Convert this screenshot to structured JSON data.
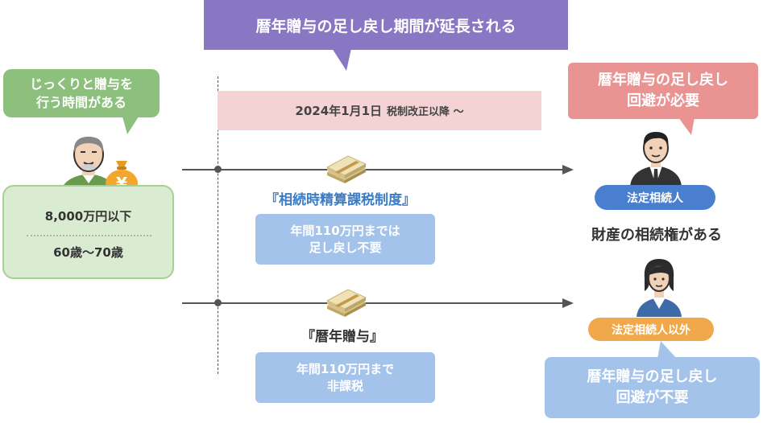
{
  "banner": {
    "text": "暦年贈与の足し戻し期間が延長される"
  },
  "left_bubble": {
    "text": "じっくりと贈与を\n行う時間がある"
  },
  "donor": {
    "asset": "8,000万円以下",
    "age": "60歳～70歳",
    "coin_symbol": "¥"
  },
  "timeline": {
    "date_main": "2024年1月1日",
    "date_suffix": "税制改正以降 ～"
  },
  "systems": [
    {
      "title": "『相続時精算課税制度』",
      "note": "年間110万円までは\n足し戻し不要"
    },
    {
      "title": "『暦年贈与』",
      "note": "年間110万円まで\n非課税"
    }
  ],
  "right": {
    "bubble": "暦年贈与の足し戻し\n回避が必要",
    "heir_label": "法定相続人",
    "heir_text": "財産の相続権がある",
    "other_label": "法定相続人以外",
    "bottom_bubble": "暦年贈与の足し戻し\n回避が不要"
  },
  "colors": {
    "banner": "#8977c4",
    "green": "#8cc07c",
    "pink_band": "#f4d3d4",
    "blue_box": "#a4c3ea",
    "red_bubble": "#e99393",
    "heir_pill": "#4a7fd0",
    "other_pill": "#f1a84a"
  },
  "icons": [
    "money-stack-icon",
    "yen-bag-icon",
    "elderly-man-icon",
    "businessman-icon",
    "woman-icon"
  ]
}
